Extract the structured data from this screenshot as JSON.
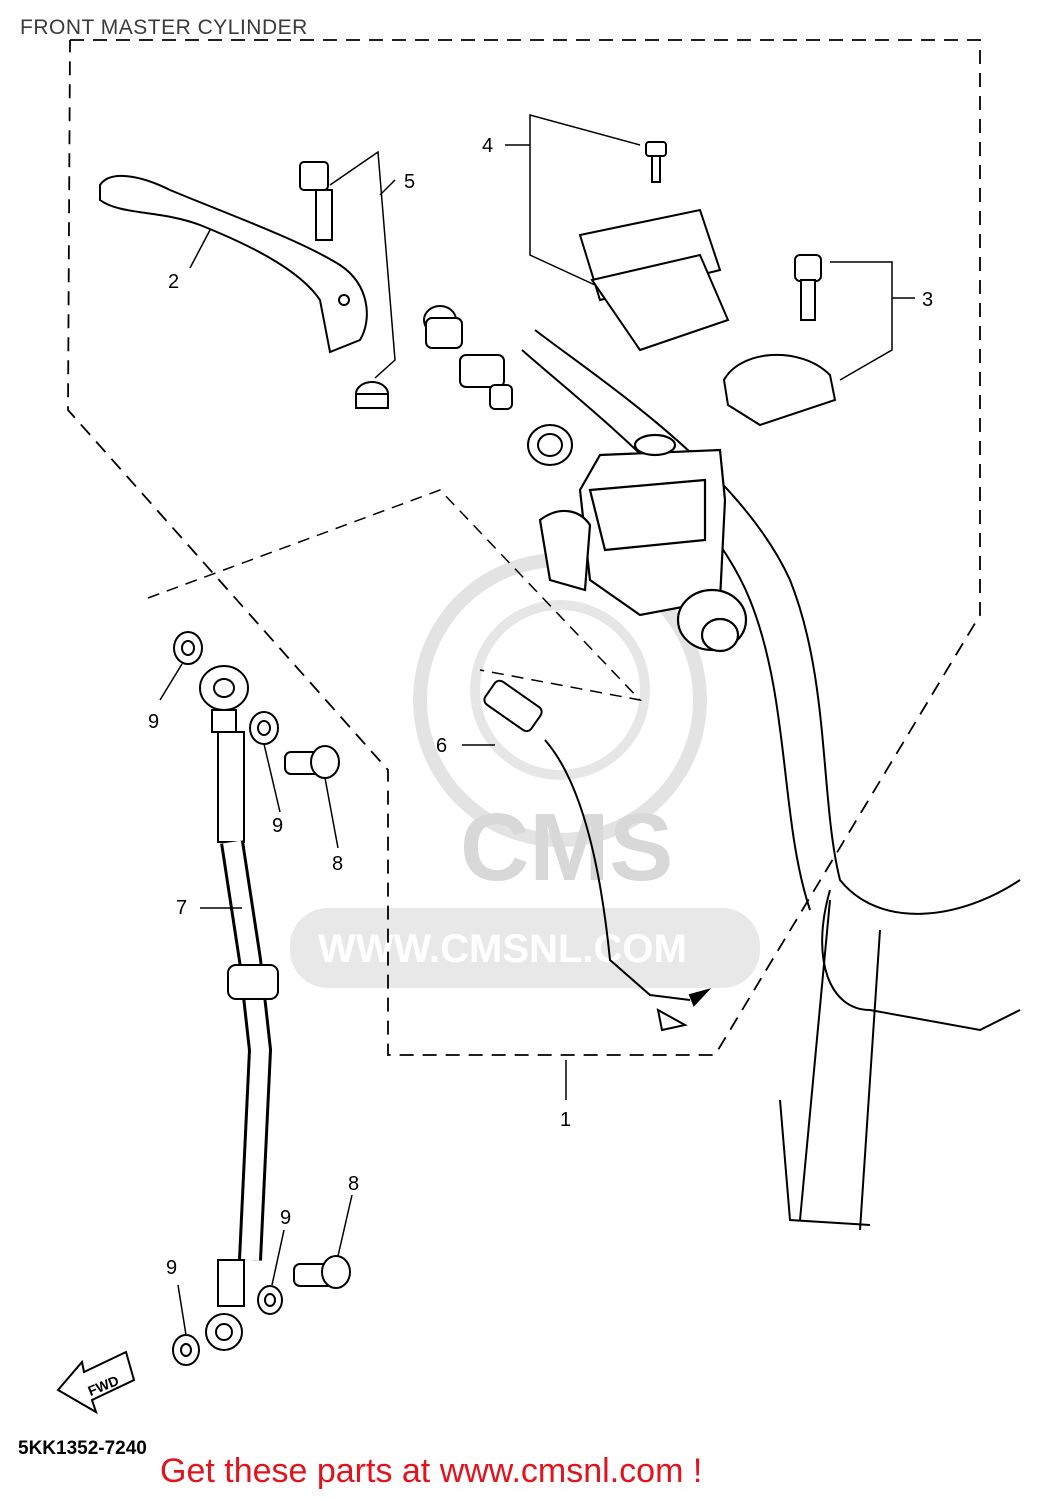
{
  "title": "FRONT MASTER CYLINDER",
  "part_code": "5KK1352-7240",
  "promo": "Get these parts at www.cmsnl.com !",
  "watermark": {
    "logo": "CMS",
    "url": "WWW.CMSNL.COM"
  },
  "fwd_label": "FWD",
  "callouts": {
    "c1": "1",
    "c2": "2",
    "c3": "3",
    "c4": "4",
    "c5": "5",
    "c6": "6",
    "c7": "7",
    "c8a": "8",
    "c8b": "8",
    "c9a": "9",
    "c9b": "9",
    "c9c": "9",
    "c9d": "9"
  }
}
